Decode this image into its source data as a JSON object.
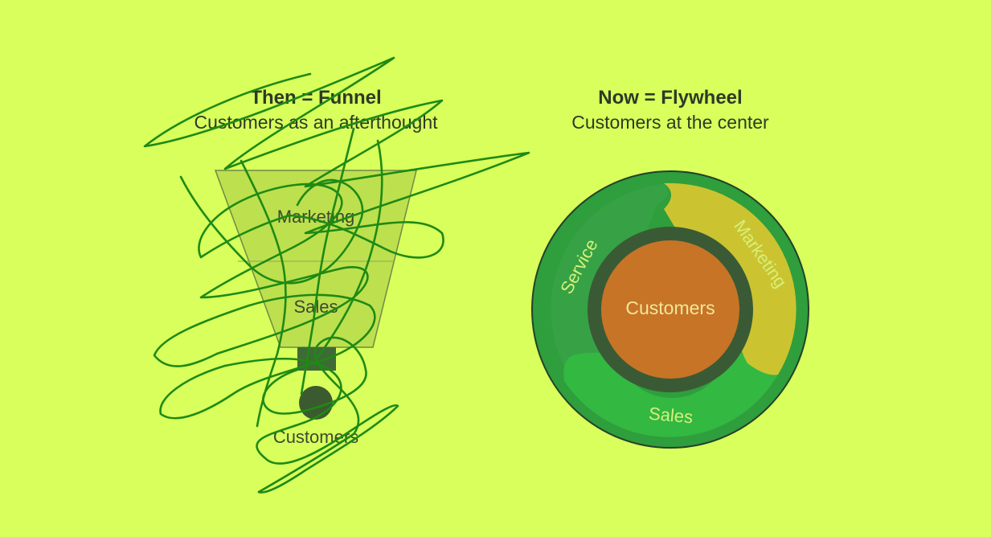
{
  "funnel": {
    "title": "Then = Funnel",
    "subtitle": "Customers as an afterthought",
    "stages": [
      "Marketing",
      "Sales"
    ],
    "outcome": "Customers"
  },
  "flywheel": {
    "title": "Now = Flywheel",
    "subtitle": "Customers at the center",
    "segments": [
      "Service",
      "Marketing",
      "Sales"
    ],
    "center": "Customers"
  },
  "colors": {
    "background": "#d8ff5c",
    "funnel_fill": "#bde04e",
    "scribble": "#1e8a14",
    "wheel_outer": "#2f9e3c",
    "wheel_service": "#36a245",
    "wheel_marketing": "#cbc430",
    "wheel_sales": "#33b842",
    "wheel_hub_ring": "#3a5a35",
    "wheel_center": "#c77426"
  }
}
